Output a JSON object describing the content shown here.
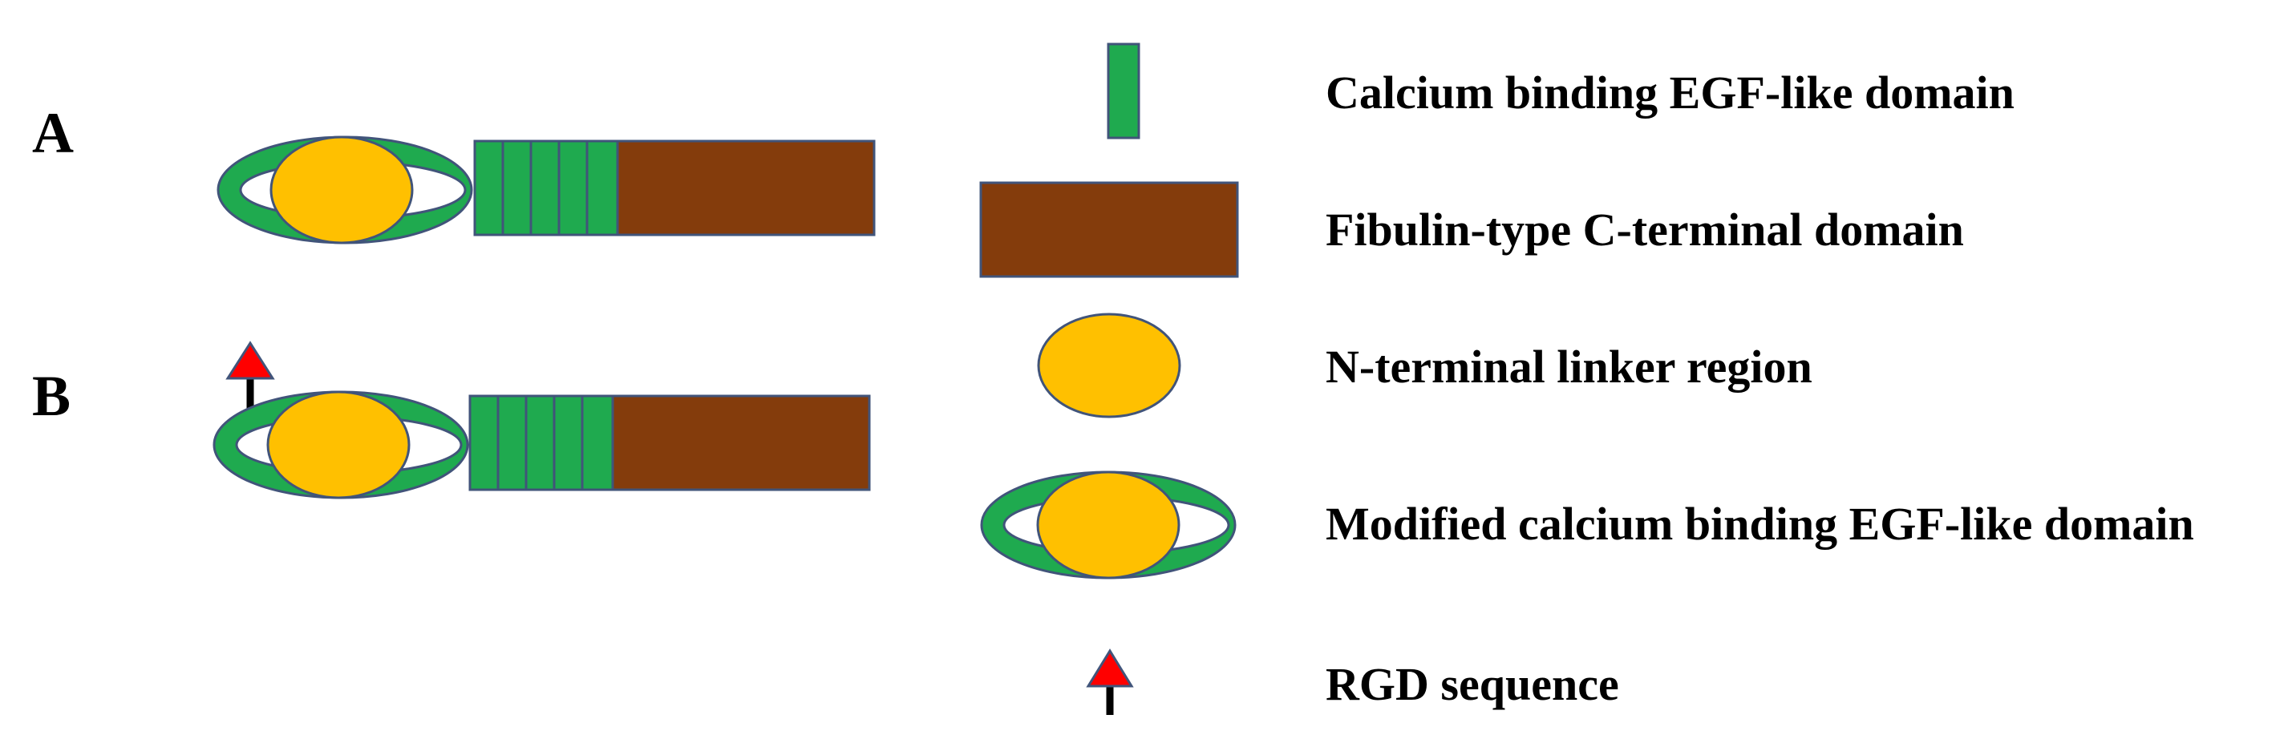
{
  "colors": {
    "egf_green": "#1faa4f",
    "fibulin_brown": "#843c0c",
    "linker_yellow": "#ffc000",
    "rgd_red": "#ff0000",
    "outline": "#41547a",
    "arrow_stem": "#000000",
    "text": "#000000"
  },
  "panels": [
    {
      "label": "A",
      "egf_domain_count": 5,
      "has_rgd": false
    },
    {
      "label": "B",
      "egf_domain_count": 5,
      "has_rgd": true
    }
  ],
  "legend": [
    {
      "symbol": "egf-domain",
      "label": "Calcium binding EGF-like domain"
    },
    {
      "symbol": "fibulin-domain",
      "label": "Fibulin-type C-terminal domain"
    },
    {
      "symbol": "linker-region",
      "label": "N-terminal linker region"
    },
    {
      "symbol": "modified-egf-domain",
      "label": "Modified calcium binding EGF-like domain"
    },
    {
      "symbol": "rgd-arrow",
      "label": "RGD sequence"
    }
  ]
}
